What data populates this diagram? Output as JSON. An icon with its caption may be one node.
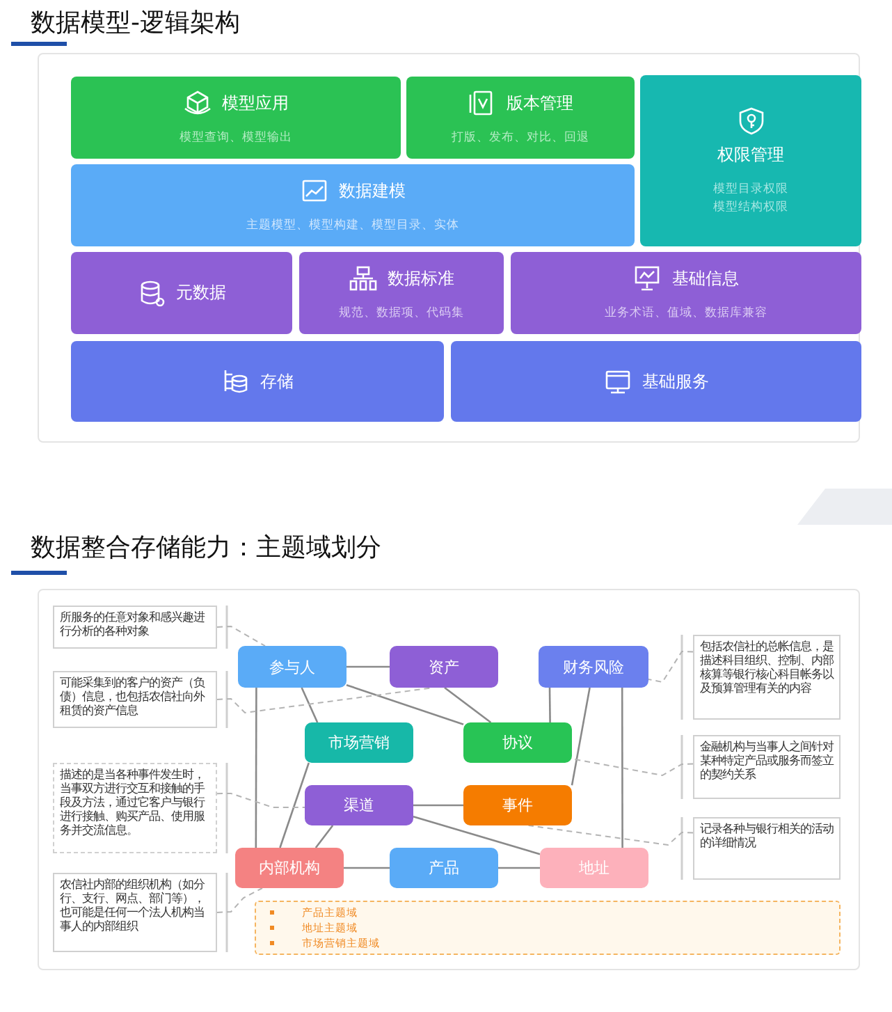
{
  "diagram": {
    "title": "数据模型-逻辑架构",
    "nodes": [
      {
        "text": [
          "模型应用",
          "模型查询、模型输出"
        ]
      },
      {
        "text": [
          "版本管理",
          "打版、发布、对比、回退"
        ]
      },
      {
        "text": [
          "权限管理",
          "模型目录权限",
          "模型结构权限"
        ]
      },
      {
        "text": [
          "数据建模",
          "主题模型、模型构建、模型目录、实体"
        ]
      },
      {
        "text": [
          "元数据"
        ]
      },
      {
        "text": [
          "数据标准",
          "规范、数据项、代码集"
        ]
      },
      {
        "text": [
          "基础信息",
          "业务术语、值域、数据库兼容"
        ]
      },
      {
        "text": [
          "存储"
        ]
      },
      {
        "text": [
          "基础服务"
        ]
      },
      {
        "text": [
          "参与人"
        ]
      },
      {
        "text": [
          "资产"
        ]
      },
      {
        "text": [
          "财务风险"
        ]
      },
      {
        "text": [
          "市场营销"
        ]
      },
      {
        "text": [
          "协议"
        ]
      },
      {
        "text": [
          "渠道"
        ]
      },
      {
        "text": [
          "事件"
        ]
      },
      {
        "text": [
          "内部机构"
        ]
      },
      {
        "text": [
          "产品"
        ]
      },
      {
        "text": [
          "地址"
        ]
      },
      {
        "text": [
          "所服务的任意对象和感兴趣进行分析的各种对象"
        ]
      },
      {
        "text": [
          "可能采集到的客户的资产（负债）信息，也包括农信社向外租赁的资产信息"
        ]
      },
      {
        "text": [
          "描述的是当各种事件发生时，当事双方进行交互和接触的手段及方法，通过它客户与银行进行接触、购买产品、使用服务并交流信息。"
        ]
      },
      {
        "text": [
          "农信社内部的组织机构（如分行、支行、网点、部门等），也可能是任何一个法人机构当事人的内部组织"
        ]
      },
      {
        "text": [
          "包括农信社的总帐信息，是描述科目组织、控制、内部核算等银行核心科目帐务以及预算管理有关的内容"
        ]
      },
      {
        "text": [
          "金融机构与当事人之间针对某种特定产品或服务而签立的契约关系"
        ]
      },
      {
        "text": [
          "记录各种与银行相关的活动的详细情况"
        ]
      },
      {
        "text": [
          "产品主题域",
          "地址主题域",
          "市场营销主题域"
        ]
      }
    ],
    "edges": [
      {
        "from": 9,
        "to": 10,
        "arrow": "none"
      },
      {
        "from": 9,
        "to": 12,
        "arrow": "none"
      },
      {
        "from": 9,
        "to": 16,
        "arrow": "none"
      },
      {
        "from": 9,
        "to": 13,
        "arrow": "none"
      },
      {
        "from": 10,
        "to": 13,
        "arrow": "none"
      },
      {
        "from": 11,
        "to": 13,
        "arrow": "none"
      },
      {
        "from": 11,
        "to": 15,
        "arrow": "none"
      },
      {
        "from": 11,
        "to": 18,
        "arrow": "none"
      },
      {
        "from": 12,
        "to": 16,
        "arrow": "none"
      },
      {
        "from": 14,
        "to": 16,
        "arrow": "none"
      },
      {
        "from": 14,
        "to": 15,
        "arrow": "none"
      },
      {
        "from": 14,
        "to": 18,
        "arrow": "none"
      },
      {
        "from": 16,
        "to": 17,
        "arrow": "none"
      },
      {
        "from": 17,
        "to": 18,
        "arrow": "none"
      },
      {
        "from": 19,
        "to": 9,
        "arrow": "none",
        "style": "dashed",
        "color": "#b4b4b4"
      },
      {
        "from": 20,
        "to": 10,
        "arrow": "none",
        "style": "dashed",
        "color": "#b4b4b4"
      },
      {
        "from": 21,
        "to": 14,
        "arrow": "none",
        "style": "dashed",
        "color": "#b4b4b4"
      },
      {
        "from": 22,
        "to": 16,
        "arrow": "none",
        "style": "dashed",
        "color": "#b4b4b4"
      },
      {
        "from": 23,
        "to": 11,
        "arrow": "none",
        "style": "dashed",
        "color": "#b4b4b4"
      },
      {
        "from": 24,
        "to": 13,
        "arrow": "none",
        "style": "dashed",
        "color": "#b4b4b4"
      },
      {
        "from": 25,
        "to": 15,
        "arrow": "none",
        "style": "dashed",
        "color": "#b4b4b4"
      }
    ],
    "labels": [
      "数据整合存储能力：主题域划分"
    ]
  }
}
